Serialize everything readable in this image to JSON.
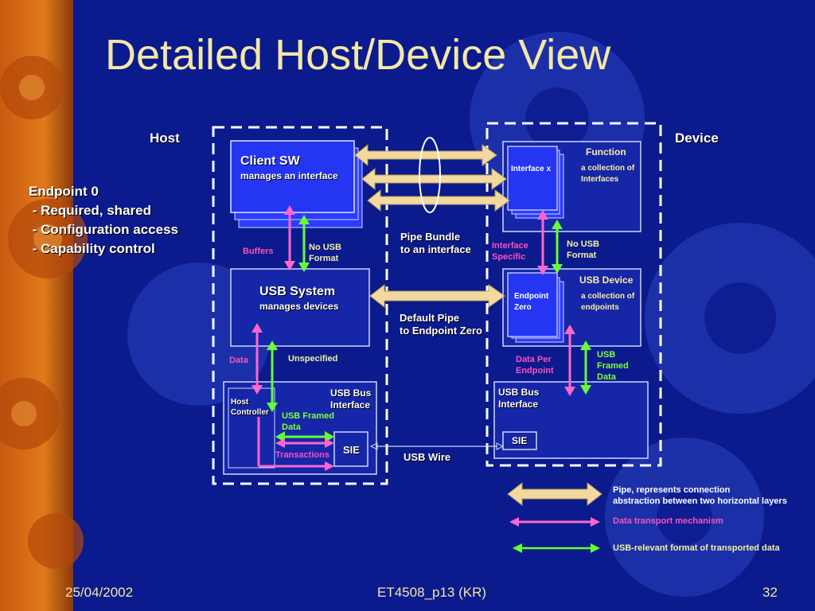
{
  "slide": {
    "title": "Detailed Host/Device View",
    "footer_date": "25/04/2002",
    "footer_course": "ET4508_p13 (KR)",
    "footer_page": "32"
  },
  "host": {
    "heading": "Host",
    "endpoint_lines": [
      "Endpoint 0",
      " - Required, shared",
      " - Configuration access",
      " - Capability control"
    ],
    "client_sw": {
      "title": "Client SW",
      "subtitle": "manages an interface"
    },
    "buffers": "Buffers",
    "no_usb_format": [
      "No USB",
      "Format"
    ],
    "usb_system": {
      "title": "USB System",
      "subtitle": "manages devices"
    },
    "data": "Data",
    "unspecified": "Unspecified",
    "host_controller": [
      "Host",
      "Controller"
    ],
    "usb_bus_interface": [
      "USB Bus",
      "Interface"
    ],
    "usb_framed_data": [
      "USB Framed",
      "Data"
    ],
    "transactions": "Transactions",
    "sie": "SIE"
  },
  "middle": {
    "pipe_bundle": [
      "Pipe Bundle",
      "to an interface"
    ],
    "default_pipe": [
      "Default Pipe",
      "to Endpoint Zero"
    ],
    "usb_wire": "USB Wire"
  },
  "device": {
    "heading": "Device",
    "function": "Function",
    "interface_x": "Interface x",
    "collection_of_interfaces": [
      "a collection of",
      "Interfaces"
    ],
    "interface_specific": [
      "Interface",
      "Specific"
    ],
    "no_usb_format": [
      "No USB",
      "Format"
    ],
    "usb_device": "USB Device",
    "endpoint_zero": [
      "Endpoint",
      "Zero"
    ],
    "collection_of_endpoints": [
      "a collection of",
      "endpoints"
    ],
    "data_per_endpoint": [
      "Data Per",
      "Endpoint"
    ],
    "usb_framed_data": [
      "USB",
      "Framed",
      "Data"
    ],
    "usb_bus_interface": [
      "USB Bus",
      "Interface"
    ],
    "sie": "SIE"
  },
  "legend": {
    "pipe": [
      "Pipe, represents connection",
      "abstraction between two horizontal layers"
    ],
    "data_transport": "Data transport mechanism",
    "usb_format": "USB-relevant format of transported data"
  },
  "colors": {
    "background": "#0b1a8c",
    "title": "#f3e7a6",
    "pipe_arrow": "#f1d9a0",
    "data_arrow": "#ff66cc",
    "format_arrow": "#66ff33",
    "box_fill": "#1626a8",
    "client_fill": "#2c3cff"
  }
}
